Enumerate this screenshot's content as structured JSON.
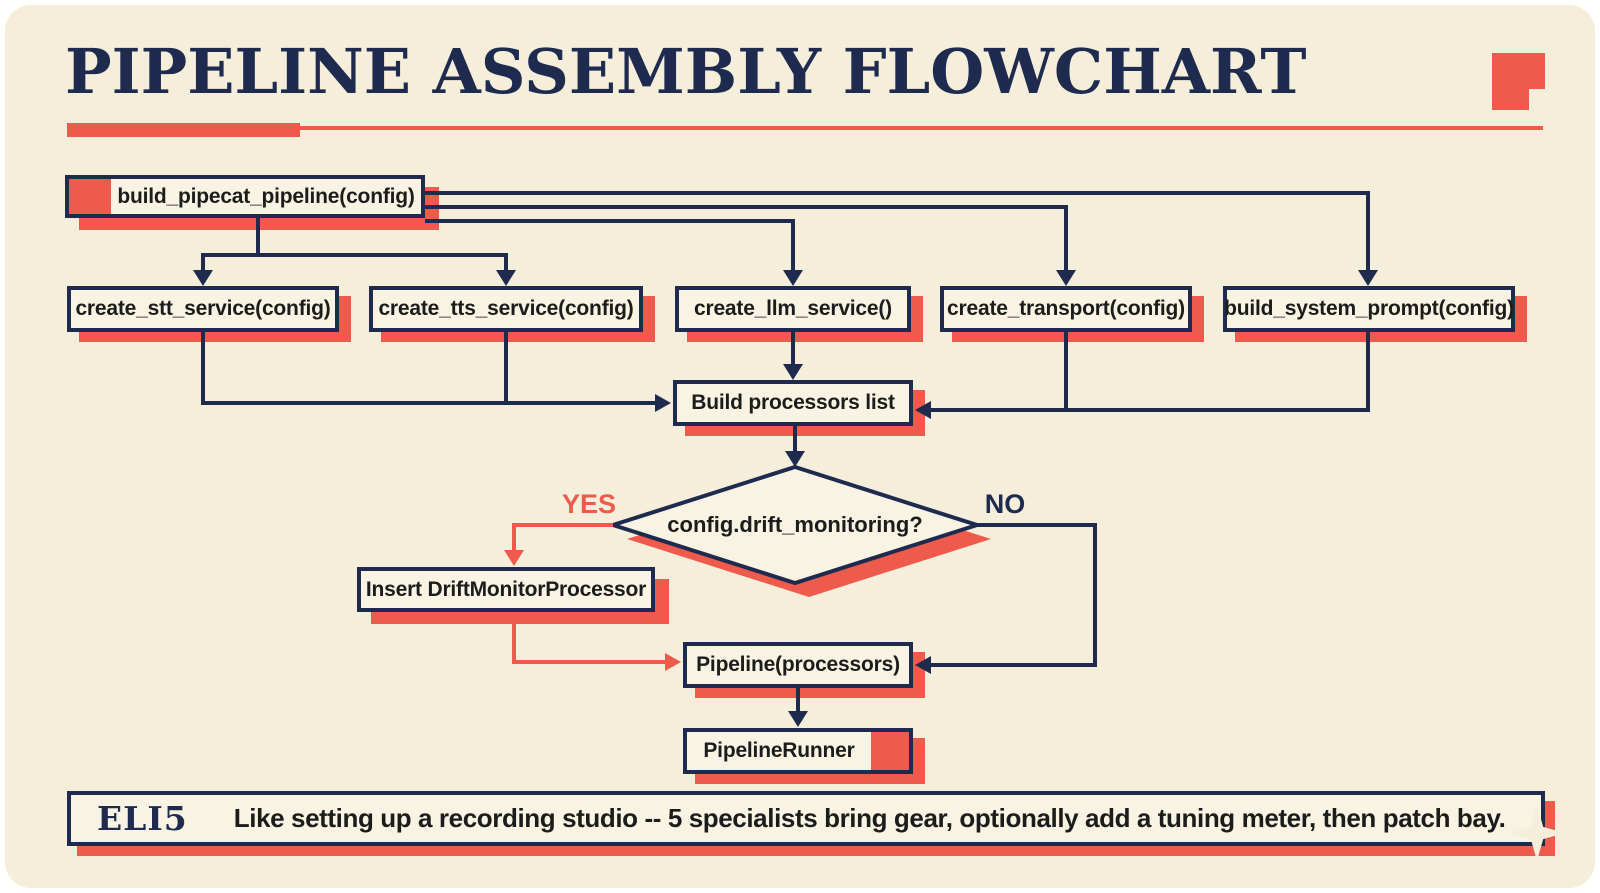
{
  "title": "PIPELINE ASSEMBLY FLOWCHART",
  "colors": {
    "navy": "#1e2b4e",
    "red": "#ee5a4c",
    "background_cream": "#f5eedb",
    "node_fill": "#f8f3e2",
    "text_ink": "#1c1c1c"
  },
  "nodes": {
    "root": {
      "label": "build_pipecat_pipeline(config)"
    },
    "stt": {
      "label": "create_stt_service(config)"
    },
    "tts": {
      "label": "create_tts_service(config)"
    },
    "llm": {
      "label": "create_llm_service()"
    },
    "transport": {
      "label": "create_transport(config)"
    },
    "prompt": {
      "label": "build_system_prompt(config)"
    },
    "build_list": {
      "label": "Build processors list"
    },
    "decision": {
      "label": "config.drift_monitoring?"
    },
    "drift": {
      "label": "Insert DriftMonitorProcessor"
    },
    "pipeline": {
      "label": "Pipeline(processors)"
    },
    "runner": {
      "label": "PipelineRunner"
    }
  },
  "branches": {
    "yes": "YES",
    "no": "NO"
  },
  "footer": {
    "label": "ELI5",
    "text": "Like setting up a recording studio -- 5 specialists bring gear, optionally add a tuning meter, then patch bay."
  }
}
